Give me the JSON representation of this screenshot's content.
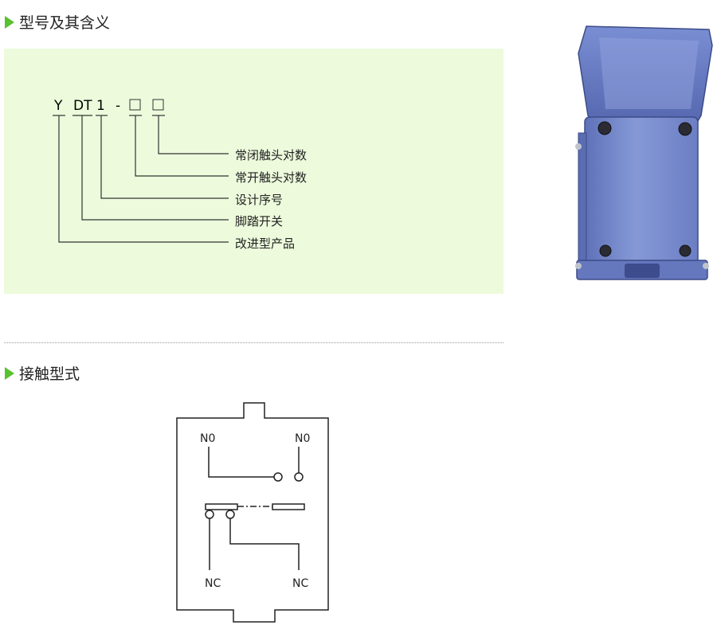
{
  "headings": {
    "model_meaning": "型号及其含义",
    "contact_form": "接触型式"
  },
  "model_code": {
    "parts": [
      "Y",
      "DT",
      "1",
      "-",
      "□",
      "□"
    ],
    "legend": [
      "常闭触头对数",
      "常开触头对数",
      "设计序号",
      "脚踏开关",
      "改进型产品"
    ]
  },
  "contact_diagram": {
    "top_left_label": "N0",
    "top_right_label": "N0",
    "bottom_left_label": "NC",
    "bottom_right_label": "NC"
  },
  "colors": {
    "accent_triangle": "#59c12f",
    "panel_background": "#edfbdc",
    "switch_body": "#7d8fcf"
  }
}
